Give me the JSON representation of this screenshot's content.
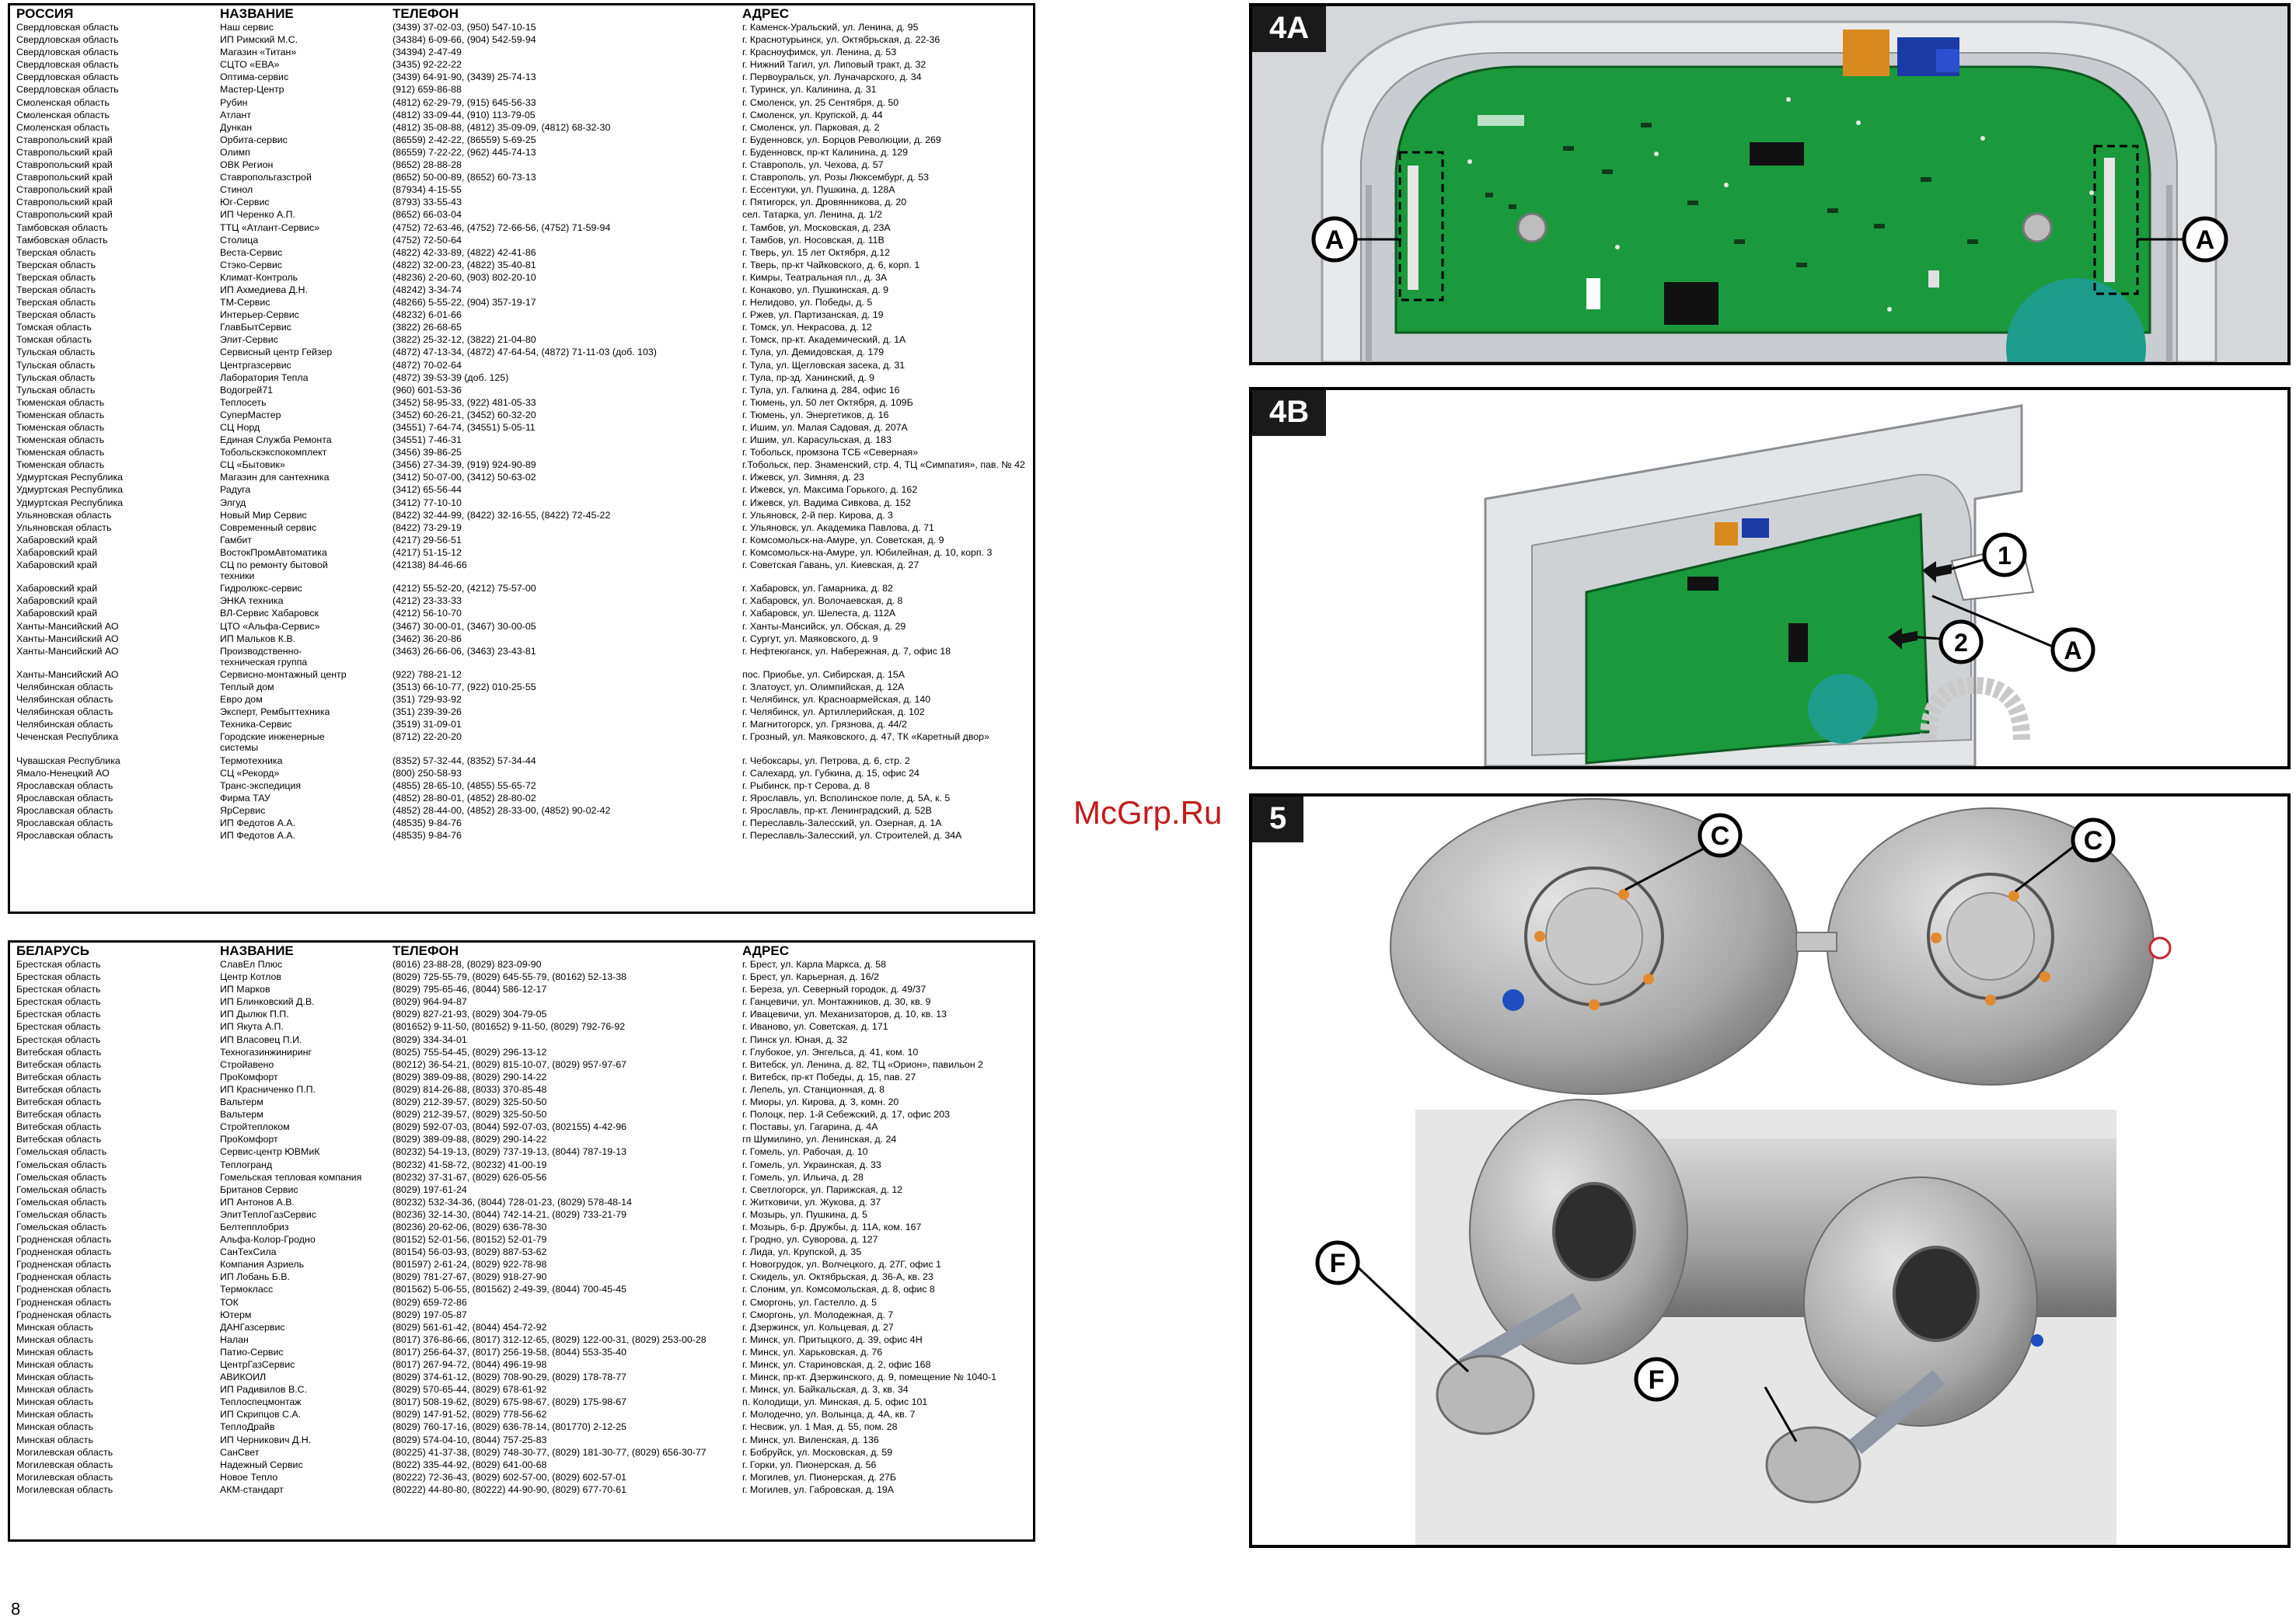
{
  "page_number": "8",
  "watermark": "McGrp.Ru",
  "russia": {
    "headers": [
      "РОССИЯ",
      "НАЗВАНИЕ",
      "ТЕЛЕФОН",
      "АДРЕС"
    ],
    "rows": [
      [
        "Свердловская область",
        "Наш сервис",
        "(3439) 37-02-03, (950) 547-10-15",
        "г. Каменск-Уральский, ул. Ленина, д. 95"
      ],
      [
        "Свердловская область",
        "ИП Римский М.С.",
        "(34384) 6-09-66, (904) 542-59-94",
        "г. Краснотурьинск, ул. Октябрьская, д. 22-36"
      ],
      [
        "Свердловская область",
        "Магазин «Титан»",
        "(34394) 2-47-49",
        "г. Красноуфимск, ул. Ленина, д. 53"
      ],
      [
        "Свердловская область",
        "СЦТО «ЕВА»",
        "(3435) 92-22-22",
        "г. Нижний Тагил, ул. Липовый тракт, д. 32"
      ],
      [
        "Свердловская область",
        "Оптима-сервис",
        "(3439) 64-91-90, (3439) 25-74-13",
        "г. Первоуральск, ул. Луначарского, д. 34"
      ],
      [
        "Свердловская область",
        "Мастер-Центр",
        "(912) 659-86-88",
        "г. Туринск, ул. Калинина, д. 31"
      ],
      [
        "Смоленская область",
        "Рубин",
        "(4812) 62-29-79, (915) 645-56-33",
        "г. Смоленск, ул. 25 Сентября, д. 50"
      ],
      [
        "Смоленская область",
        "Атлант",
        "(4812) 33-09-44, (910) 113-79-05",
        "г. Смоленск, ул. Крупской, д. 44"
      ],
      [
        "Смоленская область",
        "Дункан",
        "(4812) 35-08-88, (4812) 35-09-09, (4812) 68-32-30",
        "г. Смоленск, ул. Парковая, д. 2"
      ],
      [
        "Ставропольский край",
        "Орбита-сервис",
        "(86559) 2-42-22, (86559) 5-69-25",
        "г. Буденновск, ул. Борцов Революции, д. 269"
      ],
      [
        "Ставропольский край",
        "Олимп",
        "(86559) 7-22-22, (962) 445-74-13",
        "г. Буденновск, пр-кт Калинина, д. 129"
      ],
      [
        "Ставропольский край",
        "ОВК Регион",
        "(8652) 28-88-28",
        "г. Ставрополь, ул. Чехова, д. 57"
      ],
      [
        "Ставропольский край",
        "Ставропольгазстрой",
        "(8652) 50-00-89, (8652) 60-73-13",
        "г. Ставрополь, ул. Розы Люксембург, д. 53"
      ],
      [
        "Ставропольский край",
        "Стинол",
        "(87934) 4-15-55",
        "г. Ессентуки, ул. Пушкина, д. 128А"
      ],
      [
        "Ставропольский край",
        "Юг-Сервис",
        "(8793) 33-55-43",
        "г. Пятигорск, ул. Дровянникова, д. 20"
      ],
      [
        "Ставропольский край",
        "ИП Черенко А.П.",
        "(8652) 66-03-04",
        "сел. Татарка, ул. Ленина, д. 1/2"
      ],
      [
        "Тамбовская область",
        "ТТЦ «Атлант-Сервис»",
        "(4752) 72-63-46, (4752) 72-66-56, (4752) 71-59-94",
        "г. Тамбов, ул. Московская, д. 23А"
      ],
      [
        "Тамбовская область",
        "Столица",
        "(4752) 72-50-64",
        "г. Тамбов, ул. Носовская, д. 11В"
      ],
      [
        "Тверская область",
        "Веста-Сервис",
        "(4822) 42-33-89, (4822) 42-41-86",
        "г. Тверь, ул. 15 лет Октября, д.12"
      ],
      [
        "Тверская область",
        "Стэко-Сервис",
        "(4822) 32-00-23, (4822) 35-40-81",
        "г. Тверь, пр-кт Чайковского, д. 6, корп. 1"
      ],
      [
        "Тверская область",
        "Климат-Контроль",
        "(48236) 2-20-60, (903) 802-20-10",
        "г. Кимры, Театральная пл., д. 3А"
      ],
      [
        "Тверская область",
        "ИП Ахмедиева Д.Н.",
        "(48242) 3-34-74",
        "г. Конаково, ул. Пушкинская, д. 9"
      ],
      [
        "Тверская область",
        "ТМ-Сервис",
        "(48266) 5-55-22, (904) 357-19-17",
        "г. Нелидово, ул. Победы, д. 5"
      ],
      [
        "Тверская область",
        "Интерьер-Сервис",
        "(48232) 6-01-66",
        "г. Ржев, ул. Партизанская, д. 19"
      ],
      [
        "Томская область",
        "ГлавБытСервис",
        "(3822) 26-68-65",
        "г. Томск, ул. Некрасова, д. 12"
      ],
      [
        "Томская область",
        "Элит-Сервис",
        "(3822) 25-32-12, (3822) 21-04-80",
        "г. Томск, пр-кт. Академический, д. 1А"
      ],
      [
        "Тульская область",
        "Сервисный центр Гейзер",
        "(4872) 47-13-34, (4872) 47-64-54, (4872) 71-11-03 (доб. 103)",
        "г. Тула, ул. Демидовская, д. 179"
      ],
      [
        "Тульская область",
        "Центргазсервис",
        "(4872) 70-02-64",
        "г. Тула, ул. Щегловская засека, д. 31"
      ],
      [
        "Тульская область",
        "Лаборатория Тепла",
        "(4872) 39-53-39 (доб. 125)",
        "г. Тула, пр-зд. Ханинский, д. 9"
      ],
      [
        "Тульская область",
        "Водогрей71",
        "(960) 601-53-36",
        "г. Тула, ул. Галкина д. 284, офис 16"
      ],
      [
        "Тюменская область",
        "Теплосеть",
        "(3452) 58-95-33, (922) 481-05-33",
        "г. Тюмень, ул. 50 лет Октября, д. 109Б"
      ],
      [
        "Тюменская область",
        "СуперМастер",
        "(3452) 60-26-21, (3452) 60-32-20",
        "г. Тюмень, ул. Энергетиков, д. 16"
      ],
      [
        "Тюменская область",
        "СЦ Норд",
        "(34551) 7-64-74, (34551) 5-05-11",
        "г. Ишим, ул. Малая Садовая, д. 207А"
      ],
      [
        "Тюменская область",
        "Единая Служба Ремонта",
        "(34551) 7-46-31",
        "г. Ишим, ул. Карасульская, д. 183"
      ],
      [
        "Тюменская область",
        "Тобольскэкспокомплект",
        "(3456) 39-86-25",
        "г. Тобольск, промзона ТСБ «Северная»"
      ],
      [
        "Тюменская область",
        "СЦ «Бытовик»",
        "(3456) 27-34-39, (919) 924-90-89",
        "г.Тобольск, пер. Знаменский, стр. 4, ТЦ «Симпатия», пав. № 42"
      ],
      [
        "Удмуртская Республика",
        "Магазин для сантехника",
        "(3412) 50-07-00, (3412) 50-63-02",
        "г. Ижевск, ул. Зимняя, д. 23"
      ],
      [
        "Удмуртская Республика",
        "Радуга",
        "(3412) 65-56-44",
        "г. Ижевск, ул. Максима Горького, д. 162"
      ],
      [
        "Удмуртская Республика",
        "Элгуд",
        "(3412) 77-10-10",
        "г. Ижевск, ул. Вадима Сивкова, д. 152"
      ],
      [
        "Ульяновская область",
        "Новый Мир Сервис",
        "(8422) 32-44-99, (8422) 32-16-55, (8422) 72-45-22",
        "г. Ульяновск, 2-й пер. Кирова, д. 3"
      ],
      [
        "Ульяновская область",
        "Современный сервис",
        "(8422) 73-29-19",
        "г. Ульяновск, ул. Академика Павлова, д. 71"
      ],
      [
        "Хабаровский край",
        "Гамбит",
        "(4217) 29-56-51",
        "г. Комсомольск-на-Амуре, ул. Советская, д. 9"
      ],
      [
        "Хабаровский край",
        "ВостокПромАвтоматика",
        "(4217) 51-15-12",
        "г. Комсомольск-на-Амуре, ул. Юбилейная, д. 10, корп. 3"
      ],
      [
        "Хабаровский край",
        "СЦ по ремонту бытовой\nтехники",
        "(42138) 84-46-66",
        "г. Советская Гавань, ул. Киевская, д. 27"
      ],
      [
        "Хабаровский край",
        "Гидролюкс-сервис",
        "(4212) 55-52-20, (4212) 75-57-00",
        "г. Хабаровск, ул. Гамарника, д. 82"
      ],
      [
        "Хабаровский край",
        "ЭНКА техника",
        "(4212) 23-33-33",
        "г. Хабаровск, ул. Волочаевская, д. 8"
      ],
      [
        "Хабаровский край",
        "ВЛ-Сервис Хабаровск",
        "(4212) 56-10-70",
        "г. Хабаровск, ул. Шелеста, д. 112А"
      ],
      [
        "Ханты-Мансийский АО",
        "ЦТО «Альфа-Сервис»",
        "(3467) 30-00-01, (3467) 30-00-05",
        "г. Ханты-Мансийск, ул. Обская, д. 29"
      ],
      [
        "Ханты-Мансийский АО",
        "ИП Мальков К.В.",
        "(3462) 36-20-86",
        "г. Сургут, ул. Маяковского, д. 9"
      ],
      [
        "Ханты-Мансийский АО",
        "Производственно-\nтехническая группа",
        "(3463) 26-66-06, (3463) 23-43-81",
        "г. Нефтеюганск, ул. Набережная, д. 7, офис 18"
      ],
      [
        "Ханты-Мансийский АО",
        "Сервисно-монтажный центр",
        "(922) 788-21-12",
        "пос. Приобье, ул. Сибирская, д. 15А"
      ],
      [
        "Челябинская область",
        "Теплый дом",
        "(3513) 66-10-77, (922) 010-25-55",
        "г. Златоуст, ул. Олимпийская, д. 12А"
      ],
      [
        "Челябинская область",
        "Евро дом",
        "(351) 729-93-92",
        "г. Челябинск, ул. Красноармейская, д. 140"
      ],
      [
        "Челябинская область",
        "Эксперт, Рембыттехника",
        "(351) 239-39-26",
        "г. Челябинск, ул. Артиллерийская, д. 102"
      ],
      [
        "Челябинская область",
        "Техника-Сервис",
        "(3519) 31-09-01",
        "г. Магнитогорск, ул. Грязнова, д. 44/2"
      ],
      [
        "Чеченская Республика",
        "Городские инженерные\nсистемы",
        "(8712) 22-20-20",
        "г. Грозный, ул. Маяковского, д. 47, ТК «Каретный двор»"
      ],
      [
        "Чувашская Республика",
        "Термотехника",
        "(8352) 57-32-44, (8352) 57-34-44",
        "г. Чебоксары, ул. Петрова, д. 6, стр. 2"
      ],
      [
        "Ямало-Ненецкий АО",
        "СЦ «Рекорд»",
        "(800) 250-58-93",
        "г. Салехард, ул. Губкина, д. 15, офис 24"
      ],
      [
        "Ярославская область",
        "Транс-экспедиция",
        "(4855) 28-65-10, (4855) 55-65-72",
        "г. Рыбинск, пр-т Серова, д. 8"
      ],
      [
        "Ярославская область",
        "Фирма ТАУ",
        "(4852) 28-80-01, (4852) 28-80-02",
        "г. Ярославль, ул. Всполинское поле, д. 5А, к. 5"
      ],
      [
        "Ярославская область",
        "ЯрСервис",
        "(4852) 28-44-00, (4852) 28-33-00, (4852) 90-02-42",
        "г. Ярославль, пр-кт. Ленинградский, д. 52В"
      ],
      [
        "Ярославская область",
        "ИП Федотов А.А.",
        "(48535) 9-84-76",
        "г. Переславль-Залесский, ул. Озерная, д. 1А"
      ],
      [
        "Ярославская область",
        "ИП Федотов А.А.",
        "(48535) 9-84-76",
        "г. Переславль-Залесский, ул. Строителей, д. 34А"
      ]
    ]
  },
  "belarus": {
    "headers": [
      "БЕЛАРУСЬ",
      "НАЗВАНИЕ",
      "ТЕЛЕФОН",
      "АДРЕС"
    ],
    "rows": [
      [
        "Брестская область",
        "СлавЕл Плюс",
        "(8016) 23-88-28, (8029) 823-09-90",
        "г. Брест, ул. Карла Маркса, д. 58"
      ],
      [
        "Брестская область",
        "Центр Котлов",
        "(8029) 725-55-79, (8029) 645-55-79, (80162) 52-13-38",
        "г. Брест, ул. Карьерная, д. 16/2"
      ],
      [
        "Брестская область",
        "ИП Марков",
        "(8029) 795-65-46, (8044) 586-12-17",
        "г. Береза, ул. Северный городок, д. 49/37"
      ],
      [
        "Брестская область",
        "ИП Блинковский Д.В.",
        "(8029) 964-94-87",
        "г. Ганцевичи, ул. Монтажников, д. 30, кв. 9"
      ],
      [
        "Брестская область",
        "ИП Дылюк П.П.",
        "(8029) 827-21-93, (8029) 304-79-05",
        "г. Ивацевичи, ул. Механизаторов, д. 10, кв. 13"
      ],
      [
        "Брестская область",
        "ИП Якута А.П.",
        "(801652) 9-11-50, (801652) 9-11-50, (8029) 792-76-92",
        "г. Иваново, ул. Советская, д. 171"
      ],
      [
        "Брестская область",
        "ИП Власовец П.И.",
        "(8029) 334-34-01",
        "г. Пинск ул. Юная, д. 32"
      ],
      [
        "Витебская область",
        "Техногазинжиниринг",
        "(8025) 755-54-45, (8029) 296-13-12",
        "г. Глубокое, ул. Энгельса, д. 41, ком. 10"
      ],
      [
        "Витебская область",
        "Стройавено",
        "(80212) 36-54-21, (8029) 815-10-07, (8029) 957-97-67",
        "г. Витебск, ул. Ленина, д. 82, ТЦ «Орион», павильон 2"
      ],
      [
        "Витебская область",
        "ПроКомфорт",
        "(8029) 389-09-88, (8029) 290-14-22",
        "г. Витебск, пр-кт Победы, д. 15, пав. 27"
      ],
      [
        "Витебская область",
        "ИП Красниченко П.П.",
        "(8029) 814-26-88, (8033) 370-85-48",
        "г. Лепель, ул. Станционная, д. 8"
      ],
      [
        "Витебская область",
        "Вальтерм",
        "(8029) 212-39-57, (8029) 325-50-50",
        "г. Миоры, ул. Кирова, д. 3, комн. 20"
      ],
      [
        "Витебская область",
        "Вальтерм",
        "(8029) 212-39-57, (8029) 325-50-50",
        "г. Полоцк, пер. 1-й Себежский, д. 17, офис 203"
      ],
      [
        "Витебская область",
        "Стройтеплоком",
        "(8029) 592-07-03, (8044) 592-07-03, (802155) 4-42-96",
        "г. Поставы, ул. Гагарина, д. 4А"
      ],
      [
        "Витебская область",
        "ПроКомфорт",
        "(8029) 389-09-88, (8029) 290-14-22",
        "гп Шумилино, ул. Ленинская, д. 24"
      ],
      [
        "Гомельская область",
        "Сервис-центр ЮВМиК",
        "(80232) 54-19-13, (8029) 737-19-13, (8044) 787-19-13",
        "г. Гомель, ул. Рабочая, д. 10"
      ],
      [
        "Гомельская область",
        "Теплогранд",
        "(80232) 41-58-72, (80232) 41-00-19",
        "г. Гомель, ул. Украинская, д. 33"
      ],
      [
        "Гомельская область",
        "Гомельская тепловая компания",
        "(80232) 37-31-67, (8029) 626-05-56",
        "г. Гомель, ул. Ильича, д. 28"
      ],
      [
        "Гомельская область",
        "Британов Сервис",
        "(8029) 197-61-24",
        "г. Светлогорск, ул. Парижская, д. 12"
      ],
      [
        "Гомельская область",
        "ИП Антонов А.В.",
        "(80232) 532-34-36, (8044) 728-01-23, (8029) 578-48-14",
        "г. Житковичи, ул. Жукова, д. 37"
      ],
      [
        "Гомельская область",
        "ЭлитТеплоГазСервис",
        "(80236) 32-14-30, (8044) 742-14-21, (8029) 733-21-79",
        "г. Мозырь, ул. Пушкина, д. 5"
      ],
      [
        "Гомельская область",
        "Белтепплобриз",
        "(80236) 20-62-06, (8029) 636-78-30",
        "г. Мозырь, б-р. Дружбы, д. 11А, ком. 167"
      ],
      [
        "Гродненская область",
        "Альфа-Колор-Гродно",
        "(80152) 52-01-56, (80152) 52-01-79",
        "г. Гродно, ул. Суворова, д. 127"
      ],
      [
        "Гродненская область",
        "СанТехСила",
        "(80154) 56-03-93, (8029) 887-53-62",
        "г. Лида, ул. Крупской, д. 35"
      ],
      [
        "Гродненская область",
        "Компания Азриель",
        "(801597) 2-61-24, (8029) 922-78-98",
        "г. Новогрудок, ул. Волчецкого, д. 27Г, офис 1"
      ],
      [
        "Гродненская область",
        "ИП Лобань Б.В.",
        "(8029) 781-27-67, (8029) 918-27-90",
        "г. Скидель, ул. Октябрьская, д. 36-А, кв. 23"
      ],
      [
        "Гродненская область",
        "Термокласс",
        "(801562) 5-06-55, (801562) 2-49-39, (8044) 700-45-45",
        "г. Слоним, ул. Комсомольская, д. 8, офис 8"
      ],
      [
        "Гродненская область",
        "ТОК",
        "(8029) 659-72-86",
        "г. Сморгонь, ул. Гастелло, д. 5"
      ],
      [
        "Гродненская область",
        "Ютерм",
        "(8029) 197-05-87",
        "г. Сморгонь, ул. Молодежная, д. 7"
      ],
      [
        "Минская область",
        "ДАНГазсервис",
        "(8029) 561-61-42, (8044) 454-72-92",
        "г. Дзержинск, ул. Кольцевая, д. 27"
      ],
      [
        "Минская область",
        "Налан",
        "(8017) 376-86-66, (8017) 312-12-65, (8029) 122-00-31, (8029) 253-00-28",
        "г. Минск, ул. Притыцкого, д. 39, офис 4Н"
      ],
      [
        "Минская область",
        "Патио-Сервис",
        "(8017) 256-64-37, (8017) 256-19-58, (8044) 553-35-40",
        "г. Минск, ул. Харьковская, д. 76"
      ],
      [
        "Минская область",
        "ЦентрГазСервис",
        "(8017) 267-94-72, (8044) 496-19-98",
        "г. Минск, ул. Стариновская, д. 2, офис 168"
      ],
      [
        "Минская область",
        "АВИКОИЛ",
        "(8029) 374-61-12, (8029) 708-90-29, (8029) 178-78-77",
        "г. Минск, пр-кт. Дзержинского, д. 9, помещение № 1040-1"
      ],
      [
        "Минская область",
        "ИП Радивилов В.С.",
        "(8029) 570-65-44, (8029) 678-61-92",
        "г. Минск, ул. Байкальская, д. 3, кв. 34"
      ],
      [
        "Минская область",
        "Теплоспецмонтаж",
        "(8017) 508-19-62, (8029) 675-98-67, (8029) 175-98-67",
        "п. Колодищи, ул. Минская, д. 5, офис 101"
      ],
      [
        "Минская область",
        "ИП Скрипцов С.А.",
        "(8029) 147-91-52, (8029) 778-56-62",
        "г. Молодечно, ул. Волынца, д. 4А, кв. 7"
      ],
      [
        "Минская область",
        "ТеплоДрайв",
        "(8029) 760-17-16, (8029) 636-78-14, (801770) 2-12-25",
        "г. Несвиж, ул. 1 Мая, д. 55, пом. 28"
      ],
      [
        "Минская область",
        "ИП Черникович Д.Н.",
        "(8029) 574-04-10, (8044) 757-25-83",
        "г. Минск, ул. Виленская, д. 136"
      ],
      [
        "Могилевская область",
        "СанСвет",
        "(80225) 41-37-38, (8029) 748-30-77, (8029) 181-30-77, (8029) 656-30-77",
        "г. Бобруйск, ул. Московская, д. 59"
      ],
      [
        "Могилевская область",
        "Надежный Сервис",
        "(8022) 335-44-92, (8029) 641-00-68",
        "г. Горки, ул. Пионерская, д. 56"
      ],
      [
        "Могилевская область",
        "Новое Тепло",
        "(80222) 72-36-43, (8029) 602-57-00, (8029) 602-57-01",
        "г. Могилев, ул. Пионерская, д. 27Б"
      ],
      [
        "Могилевская область",
        "АКМ-стандарт",
        "(80222) 44-80-80, (80222) 44-90-90, (8029) 677-70-61",
        "г. Могилев, ул. Габровская, д. 19А"
      ]
    ]
  },
  "figures": {
    "fig4a": {
      "label": "4A",
      "callouts": [
        "A",
        "A"
      ]
    },
    "fig4b": {
      "label": "4B",
      "callouts": [
        "1",
        "2",
        "A"
      ]
    },
    "fig5": {
      "label": "5",
      "callouts": [
        "C",
        "C",
        "F",
        "F"
      ]
    }
  },
  "colors": {
    "pcb": "#1a9a3c",
    "panel_label_bg": "#1a1a1a",
    "watermark": "#c31a1a"
  }
}
